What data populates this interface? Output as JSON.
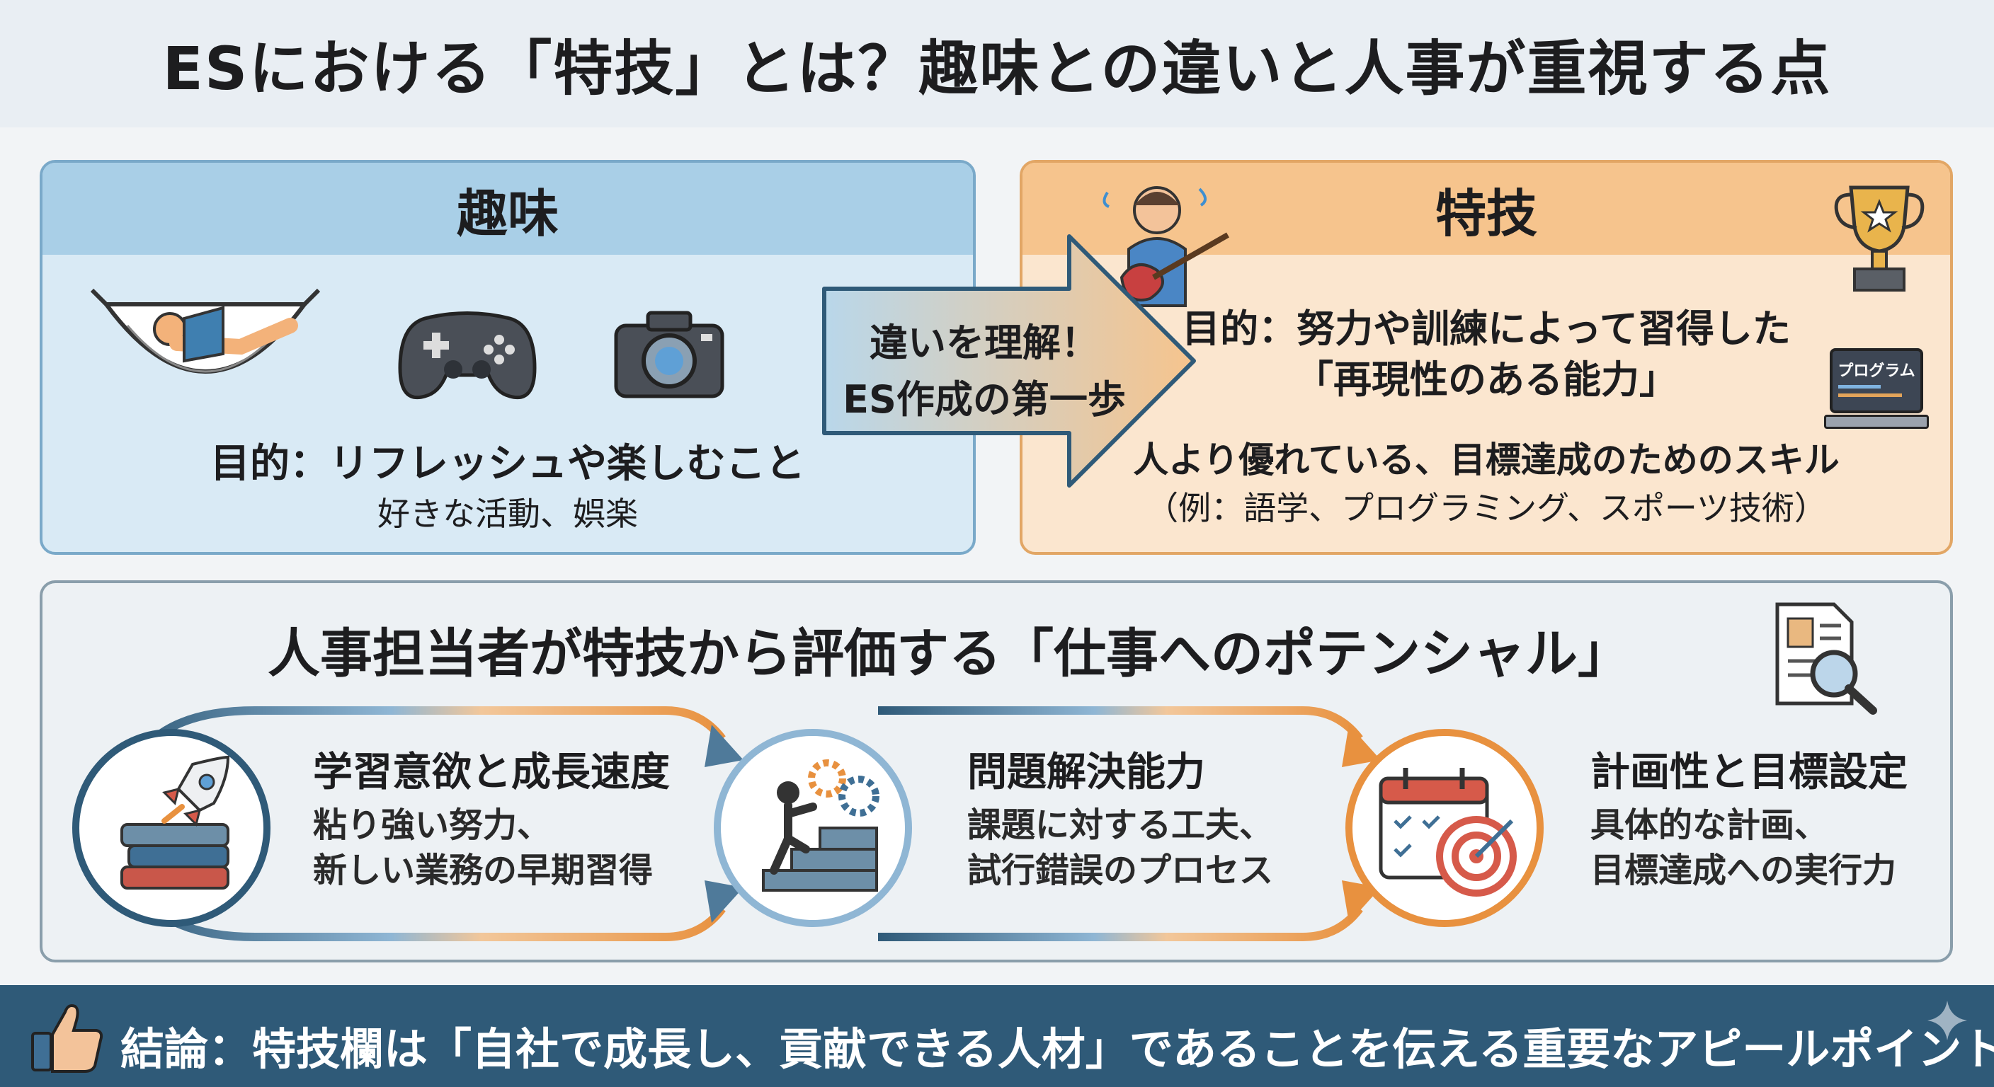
{
  "title": "ESにおける「特技」とは？趣味との違いと人事が重視する点",
  "hobby": {
    "heading": "趣味",
    "purpose": "目的：リフレッシュや楽しむこと",
    "examples": "好きな活動、娯楽",
    "icons": [
      "hammock-reading-icon",
      "game-controller-icon",
      "camera-icon"
    ]
  },
  "arrow": {
    "line1": "違いを理解！",
    "line2": "ES作成の第一歩"
  },
  "skill": {
    "heading": "特技",
    "purpose_line1": "目的：努力や訓練によって習得した",
    "purpose_line2": "「再現性のある能力」",
    "desc_line1": "人より優れている、目標達成のためのスキル",
    "desc_line2": "（例：語学、プログラミング、スポーツ技術）",
    "laptop_label": "プログラム",
    "icons": [
      "guitarist-icon",
      "trophy-icon",
      "laptop-icon"
    ]
  },
  "potential": {
    "heading": "人事担当者が特技から評価する「仕事へのポテンシャル」",
    "items": [
      {
        "title": "学習意欲と成長速度",
        "desc1": "粘り強い努力、",
        "desc2": "新しい業務の早期習得"
      },
      {
        "title": "問題解決能力",
        "desc1": "課題に対する工夫、",
        "desc2": "試行錯誤のプロセス"
      },
      {
        "title": "計画性と目標設定",
        "desc1": "具体的な計画、",
        "desc2": "目標達成への実行力"
      }
    ]
  },
  "conclusion": "結論：特技欄は「自社で成長し、貢献できる人材」であることを伝える重要なアピールポイント！",
  "colors": {
    "hobby_bg": "#d9eaf5",
    "hobby_header": "#a9cfe7",
    "skill_bg": "#fbe6cf",
    "skill_header": "#f6c48d",
    "footer": "#2f5a78",
    "blue_accent": "#2f5a78",
    "orange_accent": "#e8913f"
  }
}
